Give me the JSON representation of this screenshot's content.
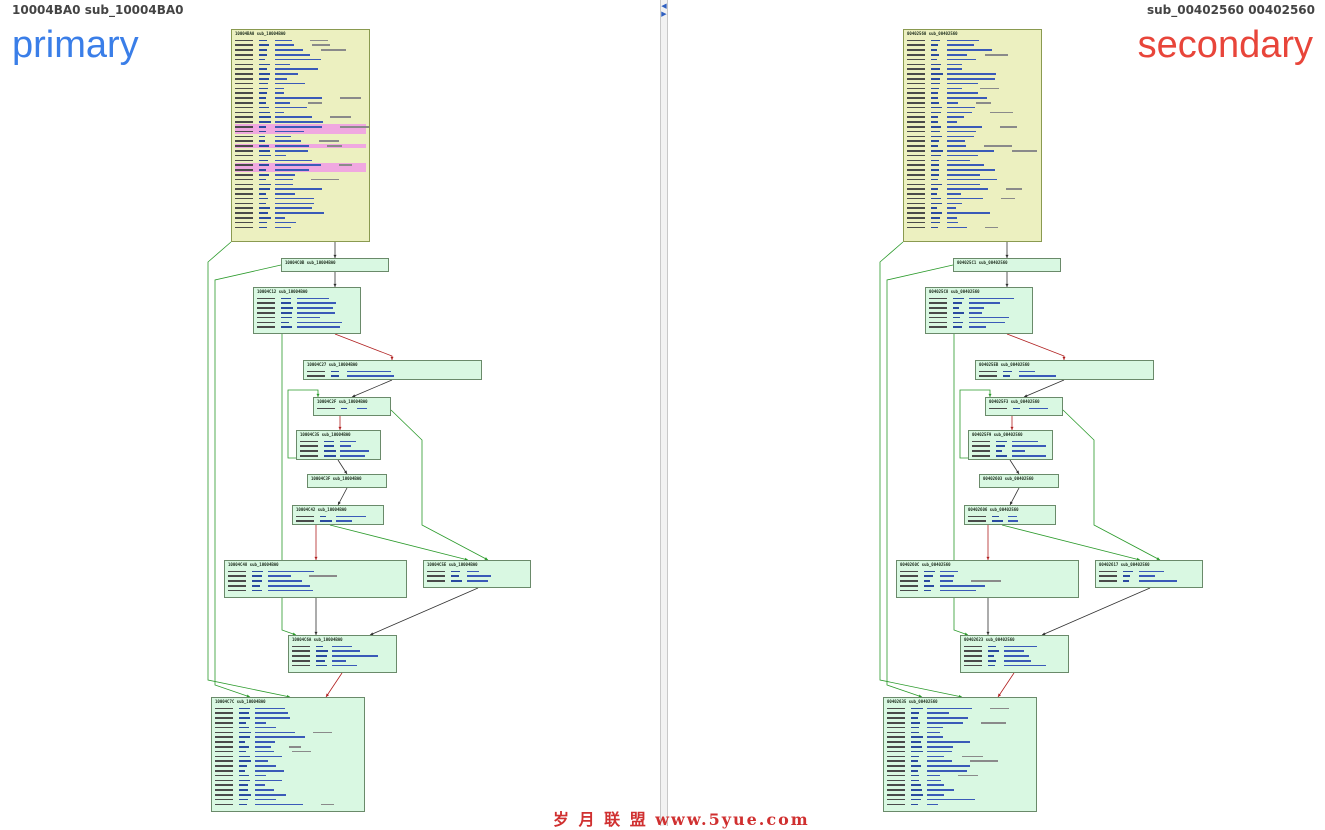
{
  "primary": {
    "header": "10004BA0 sub_10004BA0",
    "side_label": "primary",
    "side_color": "#3a7ee8",
    "nodes": [
      {
        "id": "p-entry",
        "label": "10004BA0 sub_10004BA0",
        "style": "entry",
        "rows": 40
      },
      {
        "id": "p-n1",
        "label": "10004C0B sub_10004BA0",
        "style": "basic",
        "rows": 1
      },
      {
        "id": "p-n2",
        "label": "10004C12 sub_10004BA0",
        "style": "basic",
        "rows": 8
      },
      {
        "id": "p-n3",
        "label": "10004C27 sub_10004BA0",
        "style": "basic",
        "rows": 2
      },
      {
        "id": "p-n4",
        "label": "10004C2F sub_10004BA0",
        "style": "basic",
        "rows": 2
      },
      {
        "id": "p-n5",
        "label": "10004C35 sub_10004BA0",
        "style": "basic",
        "rows": 4
      },
      {
        "id": "p-n6",
        "label": "10004C3F sub_10004BA0",
        "style": "basic",
        "rows": 1
      },
      {
        "id": "p-n7",
        "label": "10004C42 sub_10004BA0",
        "style": "basic",
        "rows": 2
      },
      {
        "id": "p-n8",
        "label": "10004C48 sub_10004BA0",
        "style": "basic",
        "rows": 6
      },
      {
        "id": "p-n9",
        "label": "10004C5E sub_10004BA0",
        "style": "basic",
        "rows": 4
      },
      {
        "id": "p-n10",
        "label": "10004C6A sub_10004BA0",
        "style": "basic",
        "rows": 6
      },
      {
        "id": "p-exit",
        "label": "10004C7C sub_10004BA0",
        "style": "basic",
        "rows": 22
      }
    ]
  },
  "secondary": {
    "header": "sub_00402560 00402560",
    "side_label": "secondary",
    "side_color": "#e8453a",
    "nodes": [
      {
        "id": "s-entry",
        "label": "00402560 sub_00402560",
        "style": "entry",
        "rows": 40
      },
      {
        "id": "s-n1",
        "label": "004025C1 sub_00402560",
        "style": "basic",
        "rows": 1
      },
      {
        "id": "s-n2",
        "label": "004025C8 sub_00402560",
        "style": "basic",
        "rows": 8
      },
      {
        "id": "s-n3",
        "label": "004025EB sub_00402560",
        "style": "basic",
        "rows": 2
      },
      {
        "id": "s-n4",
        "label": "004025F3 sub_00402560",
        "style": "basic",
        "rows": 2
      },
      {
        "id": "s-n5",
        "label": "004025F9 sub_00402560",
        "style": "basic",
        "rows": 4
      },
      {
        "id": "s-n6",
        "label": "00402603 sub_00402560",
        "style": "basic",
        "rows": 1
      },
      {
        "id": "s-n7",
        "label": "00402606 sub_00402560",
        "style": "basic",
        "rows": 2
      },
      {
        "id": "s-n8",
        "label": "0040260C sub_00402560",
        "style": "basic",
        "rows": 6
      },
      {
        "id": "s-n9",
        "label": "00402617 sub_00402560",
        "style": "basic",
        "rows": 4
      },
      {
        "id": "s-n10",
        "label": "00402623 sub_00402560",
        "style": "basic",
        "rows": 6
      },
      {
        "id": "s-exit",
        "label": "00402635 sub_00402560",
        "style": "basic",
        "rows": 22
      }
    ]
  },
  "watermark": "岁 月 联 盟  www.5yue.com",
  "colors": {
    "edge_true": "#2a9a2a",
    "edge_false": "#b02020",
    "edge_plain": "#303030",
    "entry_bg": "#ecf0c0",
    "block_bg": "#d9f8e2",
    "highlight": "#f0a8e0"
  }
}
